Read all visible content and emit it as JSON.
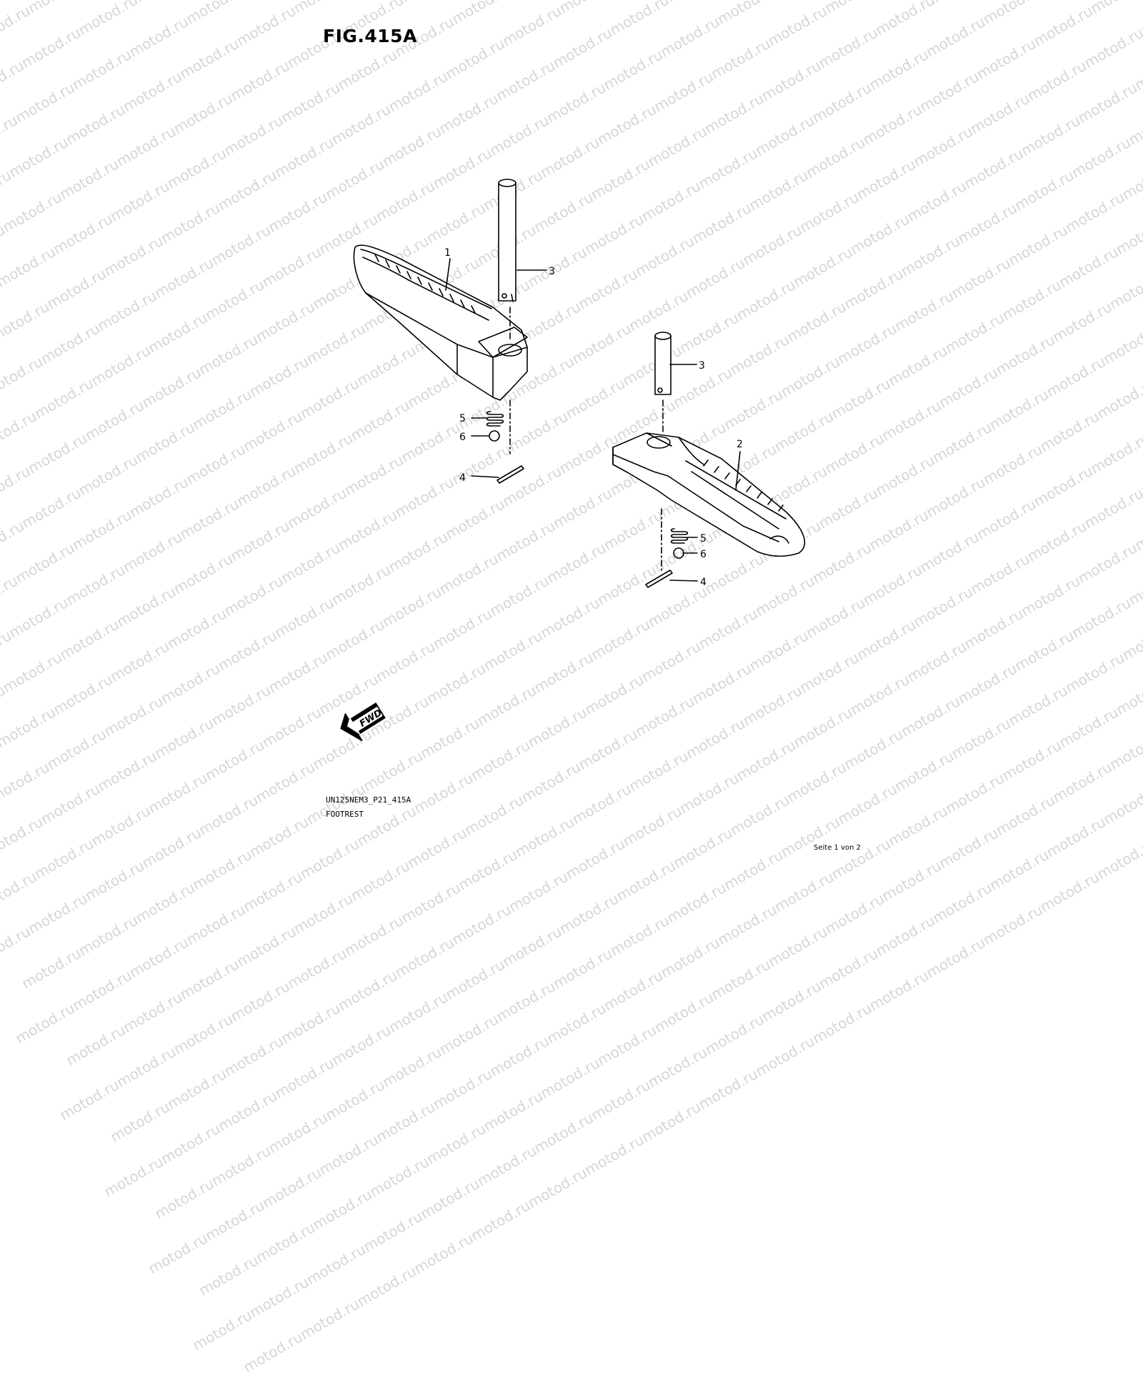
{
  "figure": {
    "title": "FIG.415A",
    "code": "UN125NEM3_P21_415A",
    "caption": "FOOTREST",
    "page": "Seite 1 von 2"
  },
  "watermark": {
    "text": "motod.ru",
    "color": "#d6d6d6"
  },
  "direction_badge": {
    "label": "FWD",
    "icon": "forward-arrow-icon"
  },
  "callouts": {
    "left_footrest_part": "1",
    "right_footrest_part": "2",
    "left_pin_part": "3",
    "right_pin_part": "3",
    "left_cotter_pin_part": "4",
    "right_cotter_pin_part": "4",
    "left_spring_part": "5",
    "right_spring_part": "5",
    "left_ball_part": "6",
    "right_ball_part": "6"
  }
}
